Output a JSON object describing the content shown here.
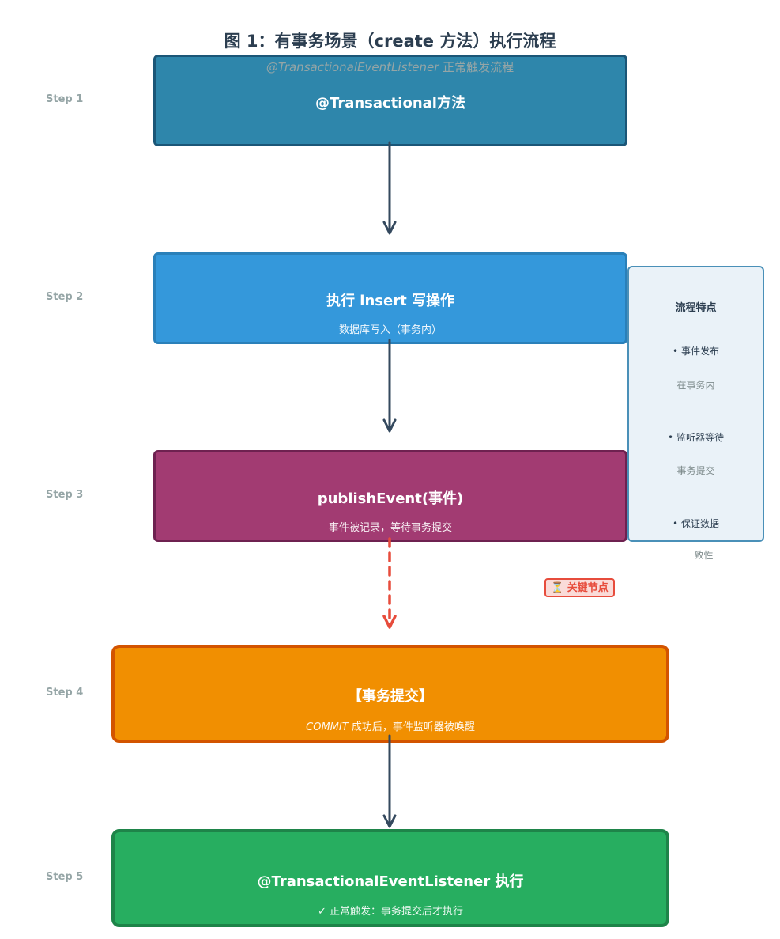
{
  "title": "图 1：有事务场景（create 方法）执行流程",
  "subtitle": {
    "italic": "@TransactionalEventListener",
    "rest": " 正常触发流程"
  },
  "steps": [
    {
      "label": "Step 1",
      "main": "@Transactional方法",
      "sub": ""
    },
    {
      "label": "Step 2",
      "main": "执行 insert 写操作",
      "sub": "数据库写入（事务内）"
    },
    {
      "label": "Step 3",
      "main": "publishEvent(事件)",
      "sub": "事件被记录，等待事务提交"
    },
    {
      "label": "Step 4",
      "main": "【事务提交】",
      "sub_italic": "COMMIT",
      "sub": " 成功后，事件监听器被唤醒"
    },
    {
      "label": "Step 5",
      "main": "@TransactionalEventListener 执行",
      "sub": "✓ 正常触发：事务提交后才执行"
    }
  ],
  "side_panel": {
    "title": "流程特点",
    "items": [
      {
        "text": "• 事件发布",
        "sub": "在事务内"
      },
      {
        "text": "• 监听器等待",
        "sub": "事务提交"
      },
      {
        "text": "• 保证数据",
        "sub": "一致性"
      }
    ]
  },
  "badge": {
    "icon": "hourglass-icon",
    "label": "⏳ 关键节点"
  },
  "colors": {
    "step1": "#2e86ab",
    "step2": "#3498db",
    "step3": "#a23b72",
    "step4": "#f18f01",
    "step5": "#27ae60",
    "arrow": "#34495e",
    "critical": "#e74c3c"
  }
}
